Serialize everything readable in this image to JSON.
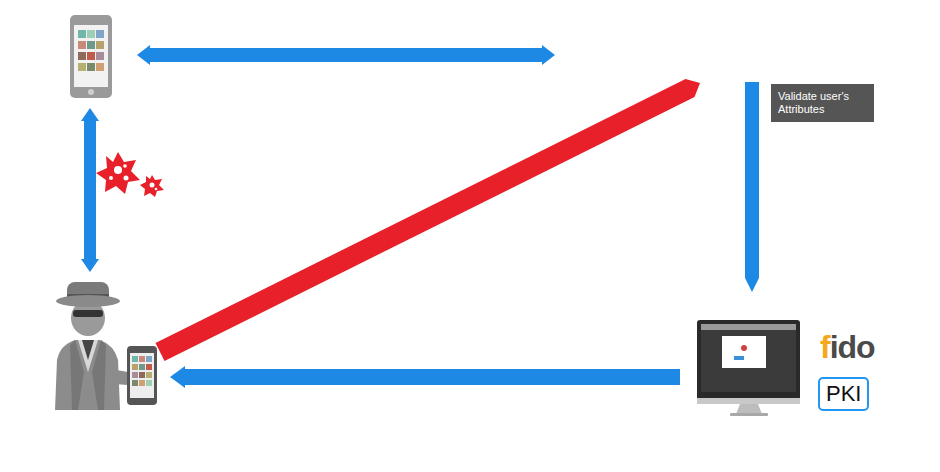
{
  "diagram": {
    "nodes": [
      {
        "text": [
          "Validate user's Attributes"
        ]
      },
      {
        "text": [
          "PKI"
        ]
      }
    ],
    "labels": [
      "fido"
    ]
  }
}
